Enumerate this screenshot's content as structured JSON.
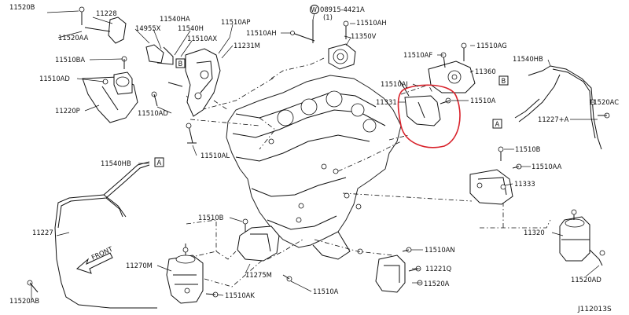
{
  "labels": {
    "l_11520B_top": "11520B",
    "l_11228": "11228",
    "l_11520AA": "11520AA",
    "l_14955X": "14955X",
    "l_11540HA": "11540HA",
    "l_11540H": "11540H",
    "l_11510AX": "11510AX",
    "l_11510AP": "11510AP",
    "l_11510AH_left": "11510AH",
    "l_08915": "08915-4421A",
    "l_08915_qty": "(1)",
    "l_11510AH_right": "11510AH",
    "l_11350V": "11350V",
    "l_11231M": "11231M",
    "l_11510BA": "11510BA",
    "l_11510AD_left": "11510AD",
    "l_11220P": "11220P",
    "l_11510AD_mid": "11510AD",
    "l_11510AL": "11510AL",
    "l_11510AF": "11510AF",
    "l_11510AG": "11510AG",
    "l_11360": "11360",
    "l_11510AJ": "11510AJ",
    "l_11331": "11331",
    "l_11510A_right": "11510A",
    "l_11540HB_right": "11540HB",
    "l_11520AC": "11520AC",
    "l_11227A": "11227+A",
    "l_11510B_right": "11510B",
    "l_11510AA_right": "11510AA",
    "l_11333": "11333",
    "l_11320": "11320",
    "l_11520AD": "11520AD",
    "l_11540HB_left": "11540HB",
    "l_11227": "11227",
    "l_11510B_mid": "11510B",
    "l_11270M": "11270M",
    "l_11275M": "11275M",
    "l_11510AN": "11510AN",
    "l_11221Q": "11221Q",
    "l_11520A": "11520A",
    "l_11510AK": "11510AK",
    "l_11510A_bottom": "11510A",
    "l_11520AB": "11520AB",
    "front": "FRONT",
    "ref_code": "J112013S"
  },
  "refs": {
    "boxA": "A",
    "boxB": "B",
    "washer_mark": "W"
  }
}
